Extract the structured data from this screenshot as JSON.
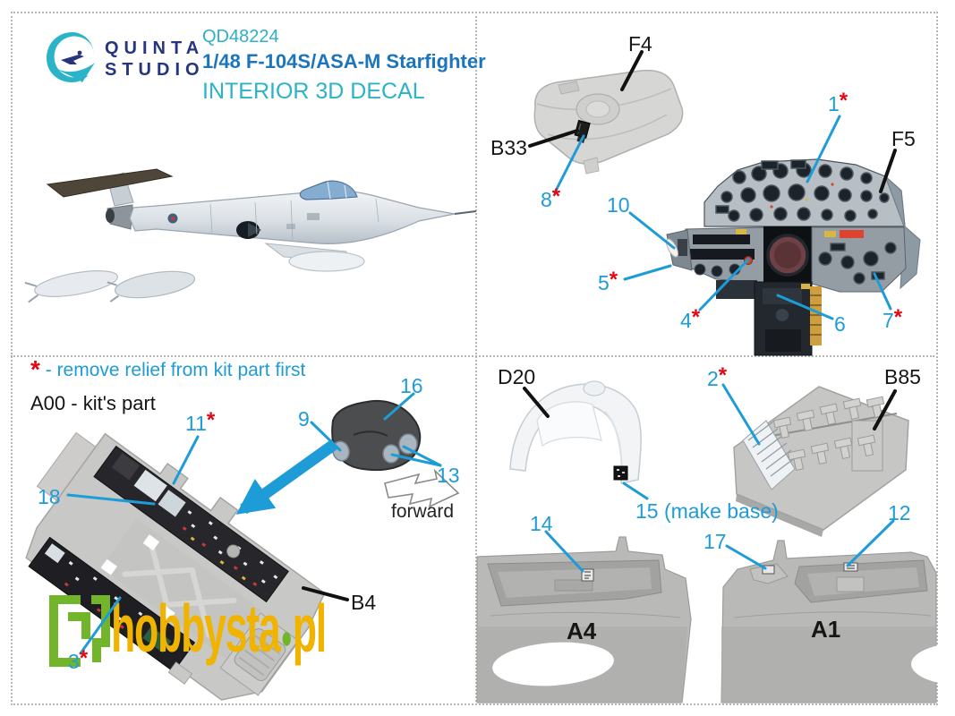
{
  "header": {
    "brand_line1": "QUINTA",
    "brand_line2": "STUDIO",
    "code": "QD48224",
    "title": "1/48 F-104S/ASA-M Starfighter",
    "subtitle": "INTERIOR 3D DECAL"
  },
  "legend": {
    "star": "*",
    "star_note": " - remove relief from kit part first",
    "kit_part_note": "A00 - kit's part"
  },
  "callouts": {
    "f4": "F4",
    "b33": "B33",
    "f5": "F5",
    "b4": "B4",
    "d20": "D20",
    "b85": "B85",
    "a4": "A4",
    "a1": "A1",
    "n1": {
      "num": "1",
      "star": "*"
    },
    "n2": {
      "num": "2",
      "star": "*"
    },
    "n3": {
      "num": "3",
      "star": "*"
    },
    "n4": {
      "num": "4",
      "star": "*"
    },
    "n5": {
      "num": "5",
      "star": "*"
    },
    "n6": {
      "num": "6",
      "star": ""
    },
    "n7": {
      "num": "7",
      "star": "*"
    },
    "n8": {
      "num": "8",
      "star": "*"
    },
    "n9": {
      "num": "9",
      "star": ""
    },
    "n10": {
      "num": "10",
      "star": ""
    },
    "n11": {
      "num": "11",
      "star": "*"
    },
    "n12": {
      "num": "12",
      "star": ""
    },
    "n13": {
      "num": "13",
      "star": ""
    },
    "n14": {
      "num": "14",
      "star": ""
    },
    "n15": {
      "num": "15 (make base)",
      "star": ""
    },
    "n16": {
      "num": "16",
      "star": ""
    },
    "n17": {
      "num": "17",
      "star": ""
    },
    "n18": {
      "num": "18",
      "star": ""
    }
  },
  "forward_label": "forward",
  "watermark": {
    "name": "hobbysta",
    "tld": "pl"
  },
  "colors": {
    "accent_cyan": "#1e9cd7",
    "star_red": "#e30613",
    "brand_navy": "#27357e",
    "brand_teal": "#2bb3c8",
    "title_blue": "#1c75bc",
    "watermark_green": "#72b52a",
    "watermark_yellow": "#f0b400"
  }
}
